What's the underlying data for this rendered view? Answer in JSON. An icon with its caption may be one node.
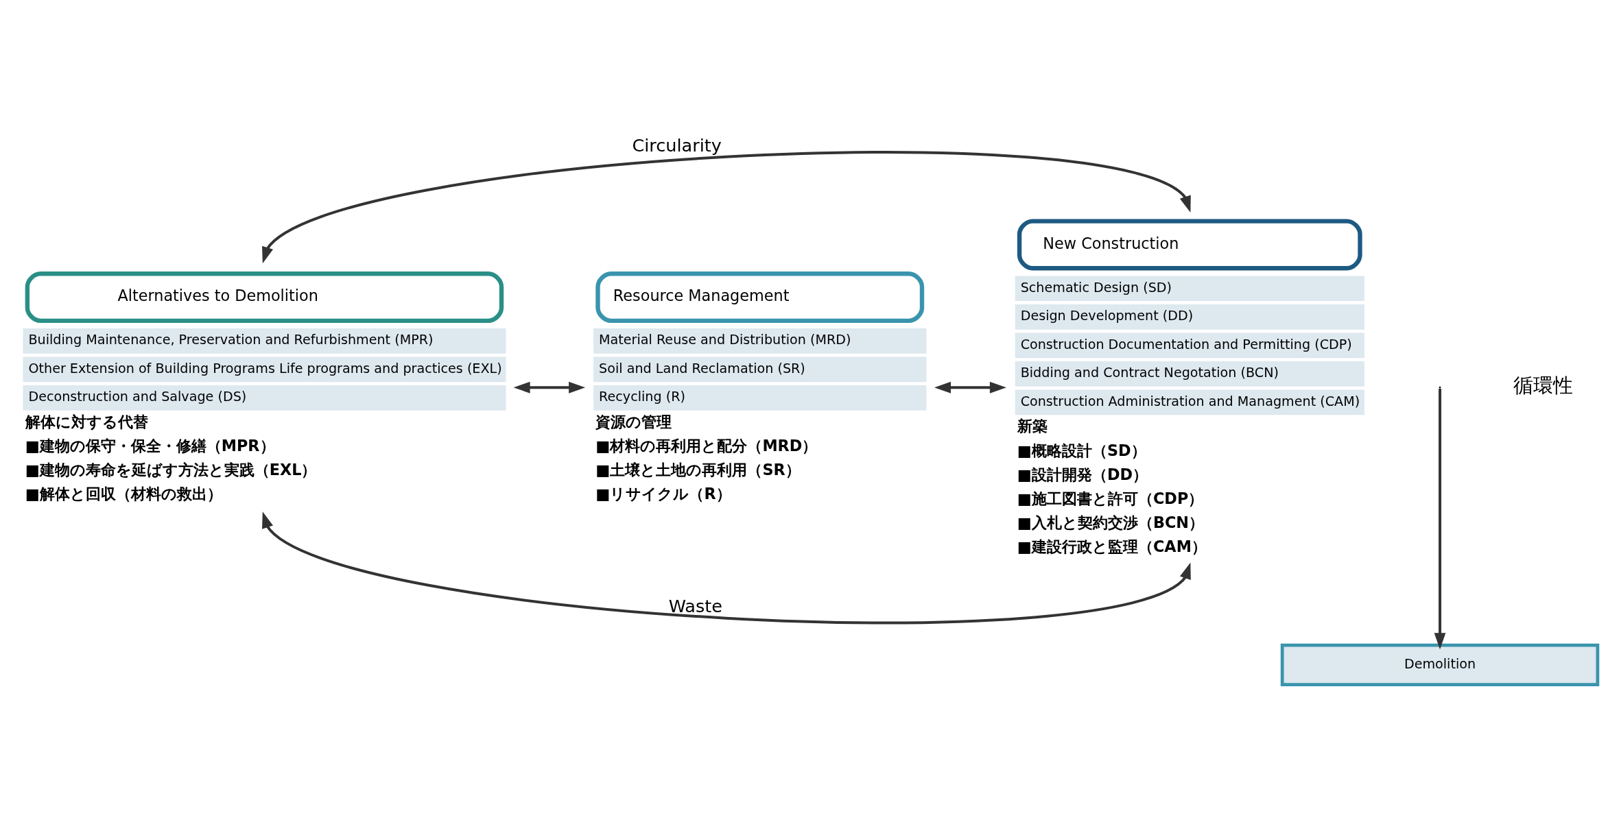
{
  "diagram": {
    "nodes": [
      {
        "text": [
          "Alternatives to Demolition",
          "Building Maintenance, Preservation and Refurbishment (MPR)",
          "Other Extension of Building Programs Life programs and practices (EXL)",
          "Deconstruction and Salvage (DS)"
        ],
        "beside": [
          "解体に対する代替",
          "■建物の保守・保全・修繕（MPR）",
          "■建物の寿命を延ばす方法と実践（EXL）",
          "■解体と回収（材料の救出）"
        ]
      },
      {
        "text": [
          "Resource Management",
          "Material Reuse and Distribution (MRD)",
          "Soil and Land Reclamation (SR)",
          "Recycling (R)"
        ],
        "beside": [
          "資源の管理",
          "■材料の再利用と配分（MRD）",
          "■土壌と土地の再利用（SR）",
          "■リサイクル（R）"
        ]
      },
      {
        "text": [
          "New Construction",
          "Schematic Design (SD)",
          "Design Development (DD)",
          "Construction Documentation and Permitting (CDP)",
          "Bidding and Contract Negotation (BCN)",
          "Construction Administration and Managment (CAM)"
        ],
        "beside": [
          "新築",
          "■概略設計（SD）",
          "■設計開発（DD）",
          "■施工図書と許可（CDP）",
          "■入札と契約交渉（BCN）",
          "■建設行政と監理（CAM）"
        ]
      },
      {
        "text": [
          "Demolition"
        ]
      }
    ],
    "edges": [
      {
        "from": 0,
        "to": 2,
        "arrow": "both",
        "label": "Circularity"
      },
      {
        "from": 0,
        "to": 1,
        "arrow": "both"
      },
      {
        "from": 1,
        "to": 2,
        "arrow": "both"
      },
      {
        "from": 0,
        "to": 2,
        "arrow": "both",
        "label": "Waste"
      },
      {
        "from": null,
        "to": 3,
        "arrow": "to"
      }
    ],
    "labels": [
      "循環性"
    ]
  }
}
